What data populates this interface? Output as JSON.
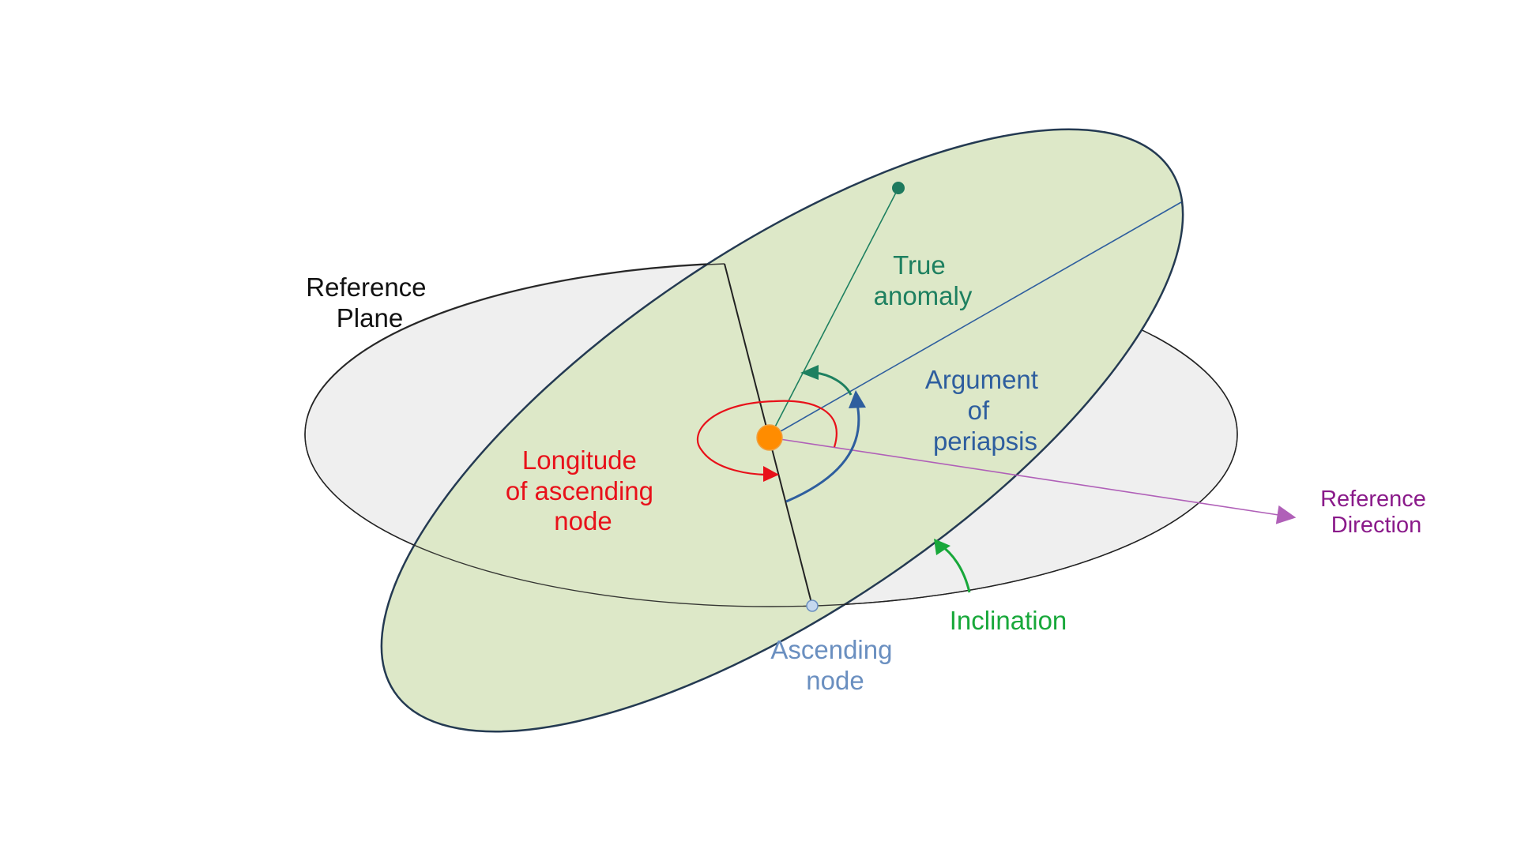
{
  "labels": {
    "reference_plane": [
      "Reference",
      "Plane"
    ],
    "true_anomaly": [
      "True",
      "anomaly"
    ],
    "argument_of_periapsis": [
      "Argument",
      "of",
      "periapsis"
    ],
    "longitude_of_ascending_node": [
      "Longitude",
      "of ascending",
      "node"
    ],
    "reference_direction": [
      "Reference",
      "Direction"
    ],
    "ascending_node": [
      "Ascending",
      "node"
    ],
    "inclination": "Inclination"
  },
  "colors": {
    "reference_plane_fill": "#efefef",
    "orbit_fill": "#dde8c8",
    "overlap_fill": "#d5dfc5",
    "orbit_stroke": "#243a52",
    "true_anomaly": "#1e8060",
    "argument_of_periapsis": "#2e5e9e",
    "longitude_of_ascending_node": "#e8111a",
    "reference_direction": "#b060b8",
    "reference_direction_text": "#8a1a8a",
    "ascending_node": "#6a8fc0",
    "inclination": "#18a83a",
    "central_body": "#ff8c00"
  },
  "icons": {
    "central_body": "orange-circle",
    "orbiting_body": "green-dot",
    "ascending_node": "light-blue-dot"
  }
}
